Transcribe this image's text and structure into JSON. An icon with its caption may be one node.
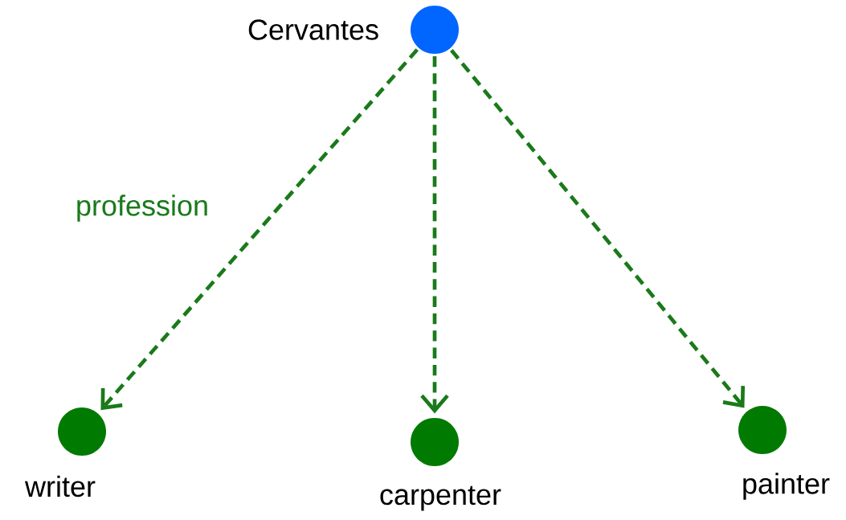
{
  "diagram": {
    "nodes": [
      {
        "text": [
          "Cervantes"
        ]
      },
      {
        "text": [
          "writer"
        ]
      },
      {
        "text": [
          "carpenter"
        ]
      },
      {
        "text": [
          "painter"
        ]
      }
    ],
    "edges": [
      {
        "from": 0,
        "to": 1,
        "arrow": "to",
        "style": "dashed",
        "label": "profession"
      },
      {
        "from": 0,
        "to": 2,
        "arrow": "to",
        "style": "dashed"
      },
      {
        "from": 0,
        "to": 3,
        "arrow": "to",
        "style": "dashed"
      }
    ]
  }
}
